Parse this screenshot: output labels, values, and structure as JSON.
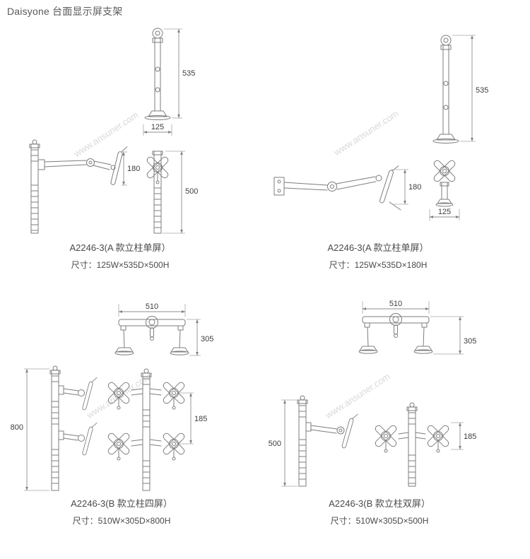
{
  "page_title": "Daisyone 台面显示屏支架",
  "watermark": "www.ansuner.com",
  "products": [
    {
      "caption": "A2246-3(A 款立柱单屏）",
      "size_label": "尺寸：125W×535D×500H",
      "dims": {
        "pole_height": "535",
        "base_width": "125",
        "arm_height": "180",
        "column_height": "500"
      }
    },
    {
      "caption": "A2246-3(A 款立柱单屏）",
      "size_label": "尺寸：125W×535D×180H",
      "dims": {
        "pole_height": "535",
        "base_width": "125",
        "arm_height": "180"
      }
    },
    {
      "caption": "A2246-3(B 款立柱四屏）",
      "size_label": "尺寸：510W×305D×800H",
      "dims": {
        "crossbar_width": "510",
        "depth": "305",
        "screen_spacing": "185",
        "total_height": "800"
      }
    },
    {
      "caption": "A2246-3(B 款立柱双屏）",
      "size_label": "尺寸：510W×305D×500H",
      "dims": {
        "crossbar_width": "510",
        "depth": "305",
        "screen_spacing": "185",
        "column_height": "500"
      }
    }
  ]
}
